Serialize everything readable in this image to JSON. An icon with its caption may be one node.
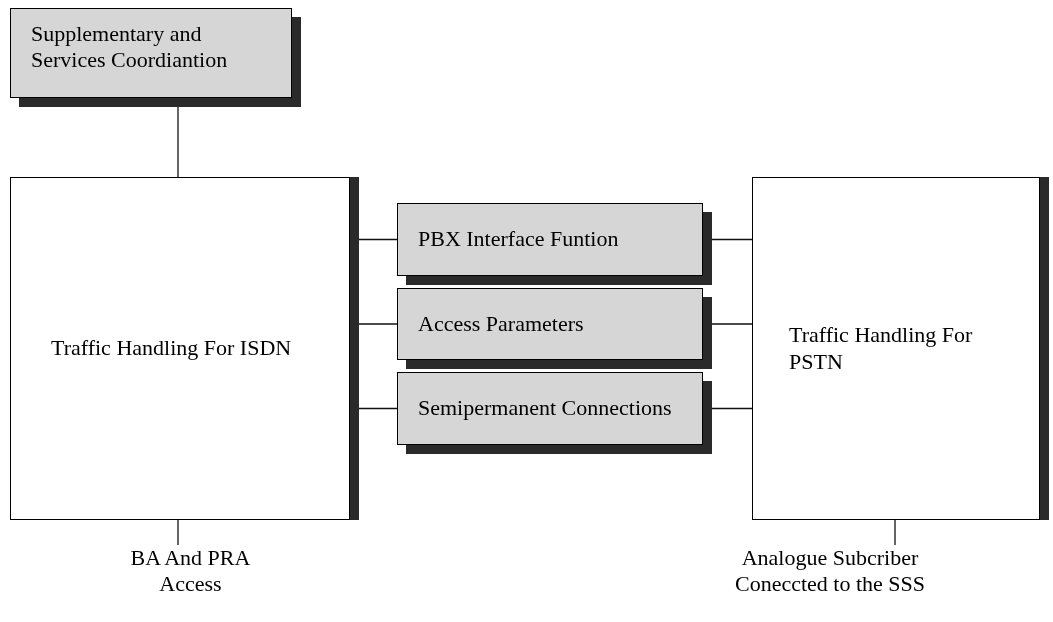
{
  "diagram": {
    "nodes": [
      {
        "text": [
          "Supplementary and Services Coordiantion"
        ]
      },
      {
        "text": [
          "Traffic Handling For ISDN"
        ]
      },
      {
        "text": [
          "PBX Interface Funtion"
        ]
      },
      {
        "text": [
          "Access Parameters"
        ]
      },
      {
        "text": [
          "Semipermanent Connections"
        ]
      },
      {
        "text": [
          "Traffic Handling For PSTN"
        ]
      },
      {
        "text": [
          "BA And PRA Access"
        ]
      },
      {
        "text": [
          "Analogue Subcriber Coneccted to the SSS"
        ]
      }
    ],
    "edges": [
      {
        "from": 0,
        "to": 1,
        "arrow": "none"
      },
      {
        "from": 1,
        "to": 2,
        "arrow": "none"
      },
      {
        "from": 2,
        "to": 5,
        "arrow": "none"
      },
      {
        "from": 1,
        "to": 3,
        "arrow": "none"
      },
      {
        "from": 3,
        "to": 5,
        "arrow": "none"
      },
      {
        "from": 1,
        "to": 4,
        "arrow": "none"
      },
      {
        "from": 4,
        "to": 5,
        "arrow": "none"
      },
      {
        "from": 1,
        "to": 6,
        "arrow": "none"
      },
      {
        "from": 5,
        "to": 7,
        "arrow": "none"
      }
    ]
  }
}
